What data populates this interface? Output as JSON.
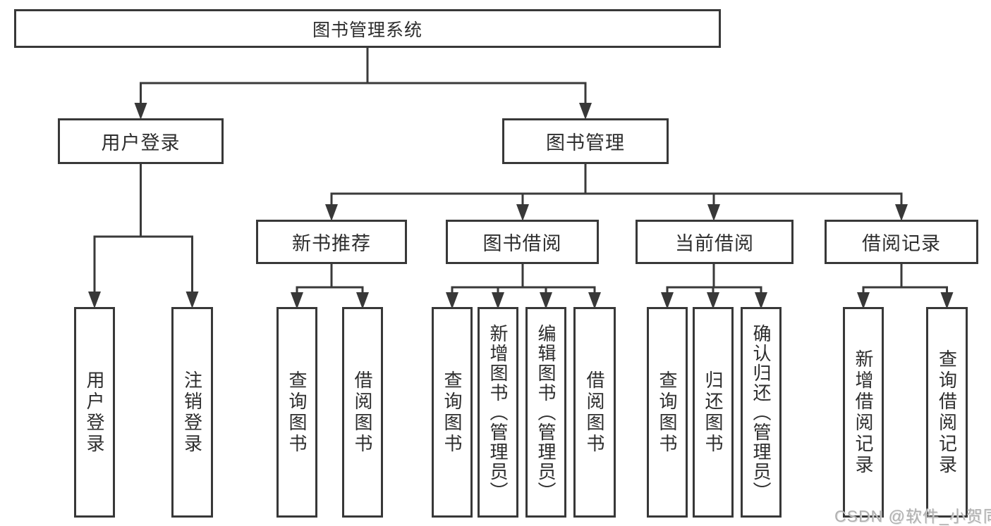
{
  "diagram_type": "hierarchy-tree",
  "colors": {
    "line": "#3a3a3a",
    "border": "#383838",
    "text": "#2d2d2d",
    "watermark": "#b0b0b0",
    "background": "#ffffff"
  },
  "tree": {
    "label": "图书管理系统",
    "children": [
      {
        "label": "用户登录",
        "children": [
          {
            "label": "用户登录"
          },
          {
            "label": "注销登录"
          }
        ]
      },
      {
        "label": "图书管理",
        "children": [
          {
            "label": "新书推荐",
            "children": [
              {
                "label": "查询图书"
              },
              {
                "label": "借阅图书"
              }
            ]
          },
          {
            "label": "图书借阅",
            "children": [
              {
                "label": "查询图书"
              },
              {
                "label": "新增图书（管理员）"
              },
              {
                "label": "编辑图书（管理员）"
              },
              {
                "label": "借阅图书"
              }
            ]
          },
          {
            "label": "当前借阅",
            "children": [
              {
                "label": "查询图书"
              },
              {
                "label": "归还图书"
              },
              {
                "label": "确认归还（管理员）"
              }
            ]
          },
          {
            "label": "借阅记录",
            "children": [
              {
                "label": "新增借阅记录"
              },
              {
                "label": "查询借阅记录"
              }
            ]
          }
        ]
      }
    ]
  },
  "watermark": {
    "text": "CSDN @软件_小贺同学"
  }
}
